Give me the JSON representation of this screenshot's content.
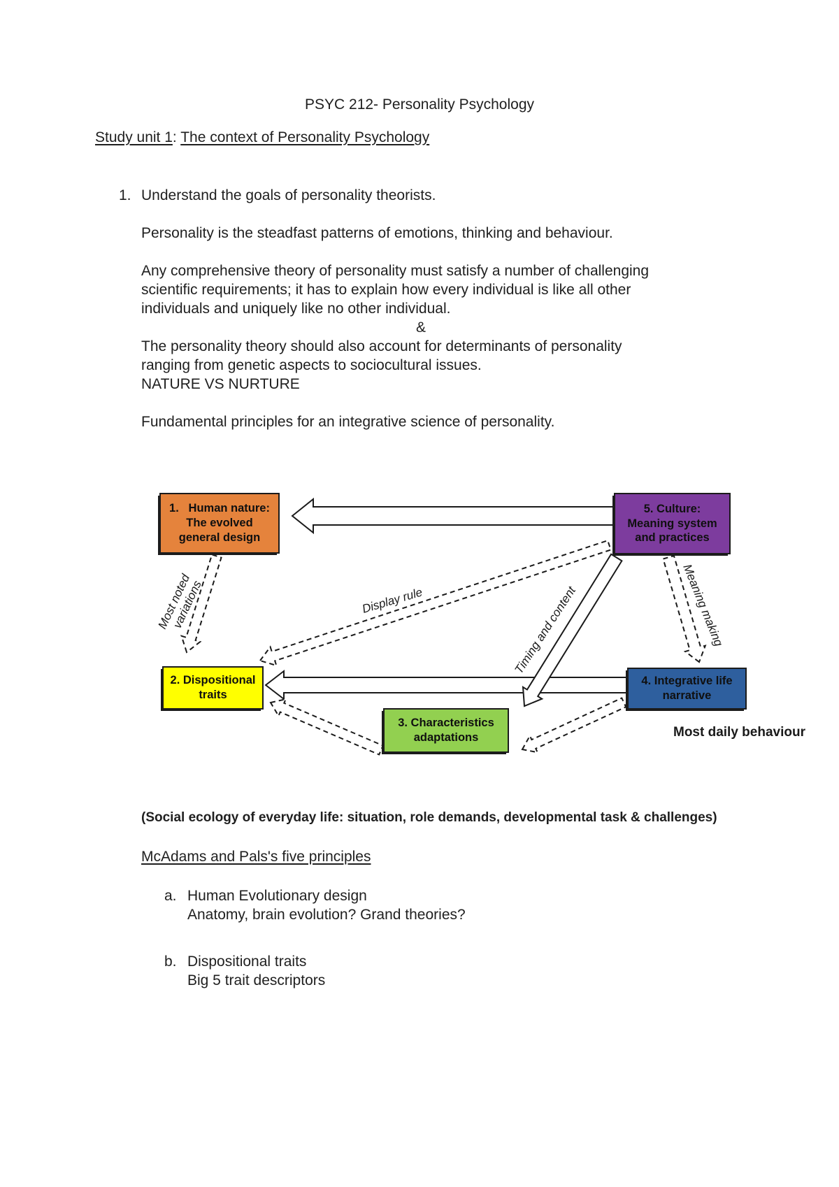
{
  "page": {
    "title": "PSYC 212- Personality Psychology",
    "study_unit_label": "Study unit 1",
    "study_unit_separator": ": ",
    "study_unit_title": "The context of Personality Psychology"
  },
  "section1": {
    "number": "1.",
    "heading": "Understand the goals of personality theorists.",
    "para1": "Personality is the steadfast patterns of emotions, thinking and behaviour.",
    "para2": "Any comprehensive theory of personality must satisfy a number of challenging\nscientific requirements; it has to explain how every individual is like all other\nindividuals and uniquely like no other individual.",
    "ampersand": "&",
    "para3": "The personality theory should also account for determinants of personality\nranging from genetic aspects to sociocultural issues.",
    "nature_line": "NATURE VS NURTURE",
    "fundamental_line": "Fundamental principles for an integrative science of personality."
  },
  "diagram": {
    "boxes": {
      "human_nature": {
        "text": "1.   Human nature:\nThe evolved\ngeneral design",
        "color": "#E5833C"
      },
      "culture": {
        "text": "5. Culture:\nMeaning system\nand practices",
        "color": "#7D3C9E"
      },
      "dispositional": {
        "text": "2. Dispositional\ntraits",
        "color": "#FFFF00"
      },
      "characteristics": {
        "text": "3. Characteristics\nadaptations",
        "color": "#92D050"
      },
      "narrative": {
        "text": "4. Integrative life\nnarrative",
        "color": "#2E5F9E"
      }
    },
    "arrow_labels": {
      "most_noted_line1": "Most noted",
      "most_noted_line2": "variations",
      "display_rule": "Display rule",
      "timing": "Timing and content",
      "meaning": "Meaning making"
    },
    "caption": "Most daily behaviour"
  },
  "footer": {
    "social_line": "(Social ecology of everyday life: situation, role demands, developmental task & challenges)",
    "mcadams_heading": "McAdams and Pals's five principles",
    "items": [
      {
        "label": "a.",
        "text": "Human Evolutionary design\nAnatomy, brain evolution? Grand theories?"
      },
      {
        "label": "b.",
        "text": "Dispositional traits\nBig 5 trait descriptors"
      }
    ]
  }
}
